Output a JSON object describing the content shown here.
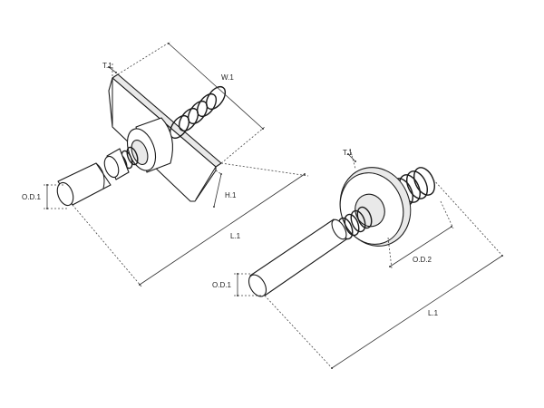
{
  "diagram": {
    "left_part": {
      "labels": {
        "t1": "T.1",
        "w1": "W.1",
        "h1": "H.1",
        "od1": "O.D.1",
        "l1": "L.1"
      }
    },
    "right_part": {
      "labels": {
        "t1": "T.1",
        "od2": "O.D.2",
        "od1": "O.D.1",
        "l1": "L.1"
      }
    },
    "colors": {
      "line": "#1a1a1a",
      "dimension": "#444444",
      "background": "#ffffff"
    }
  }
}
